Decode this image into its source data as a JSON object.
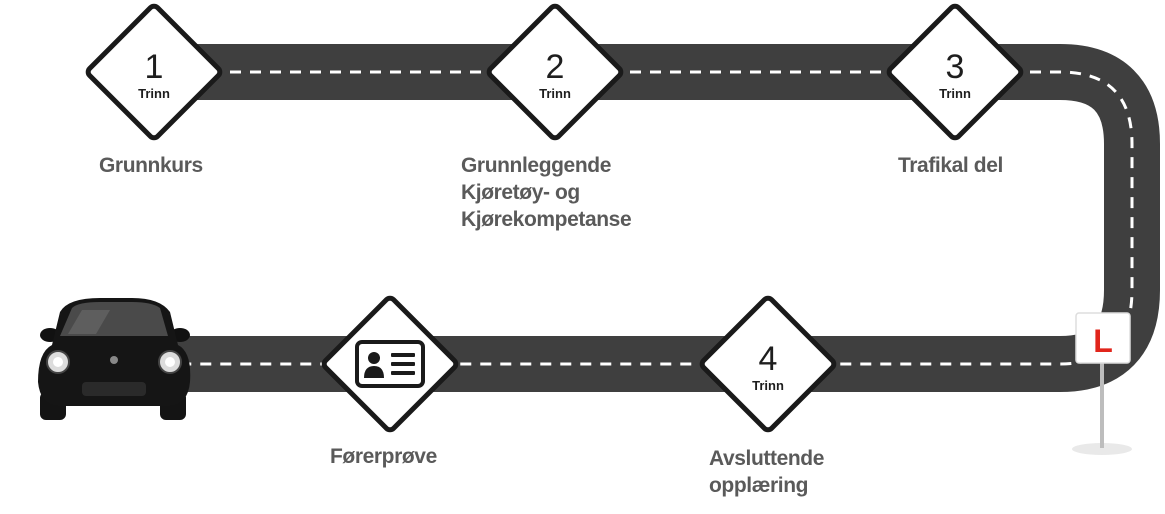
{
  "steps": [
    {
      "number": "1",
      "word": "Trinn",
      "title_lines": [
        "Grunnkurs"
      ]
    },
    {
      "number": "2",
      "word": "Trinn",
      "title_lines": [
        "Grunnleggende",
        "Kjøretøy- og",
        "Kjørekompetanse"
      ]
    },
    {
      "number": "3",
      "word": "Trinn",
      "title_lines": [
        "Trafikal del"
      ]
    },
    {
      "number": "4",
      "word": "Trinn",
      "title_lines": [
        "Avsluttende",
        "opplæring"
      ]
    }
  ],
  "exam": {
    "title": "Førerprøve",
    "icon": "id-card-icon"
  },
  "learner_sign": {
    "letter": "L",
    "letter_color": "#e1251b"
  },
  "colors": {
    "road": "#3f3f3f",
    "road_line": "#ffffff",
    "label_text": "#5a5a5a",
    "sign_border": "#1a1a1a"
  }
}
